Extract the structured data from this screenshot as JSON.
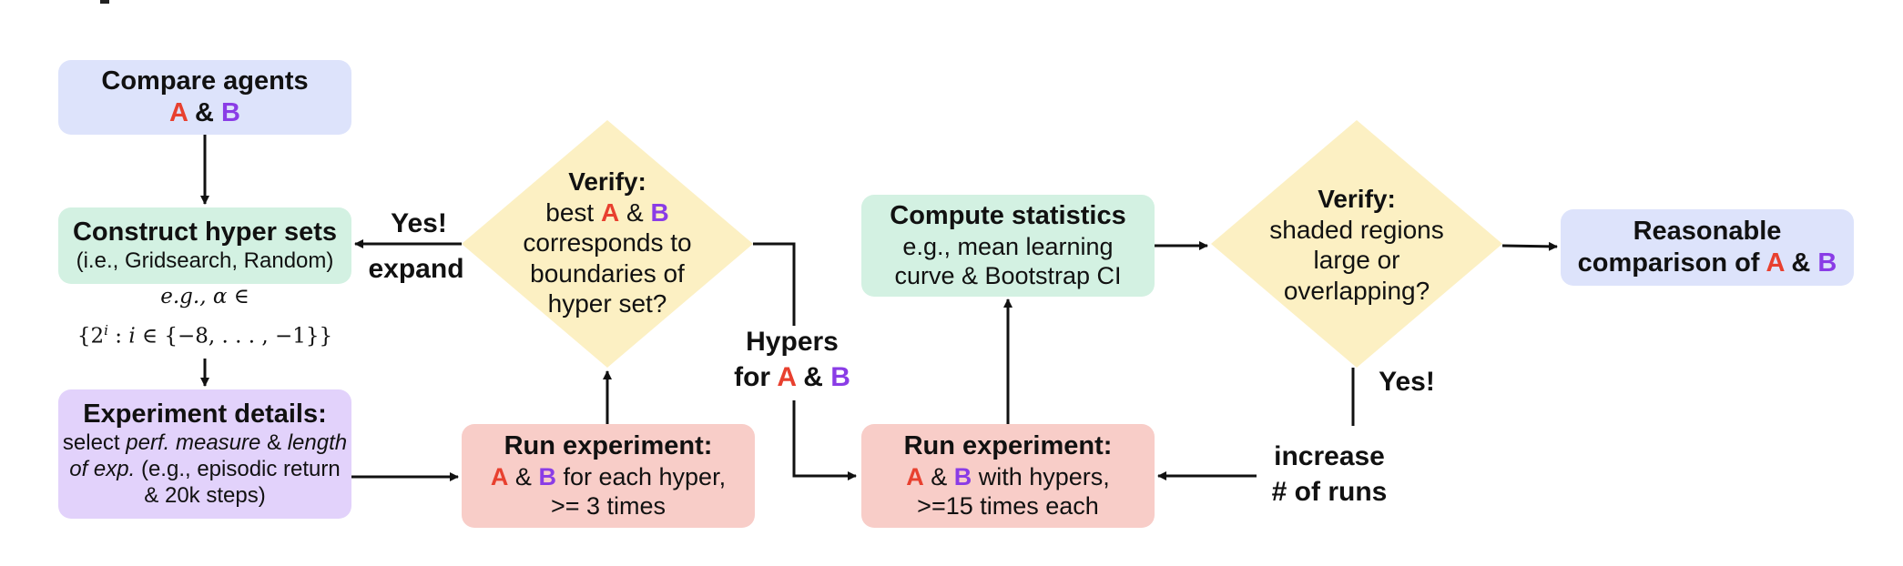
{
  "agents": {
    "a": "A",
    "b": "B",
    "amp": "&"
  },
  "compare": {
    "title": "Compare agents"
  },
  "construct": {
    "title": "Construct hyper sets",
    "subtitle": "(i.e., Gridsearch, Random)"
  },
  "math": {
    "line1_prefix": "e.g., ",
    "alpha": "α",
    "elem": "∈",
    "line2_open": "{2",
    "line2_sup": "i",
    "line2_rest": " : ",
    "line2_i": "i",
    "line2_set": " ∈ {−8, . . . , −1}}"
  },
  "experiment_details": {
    "title": "Experiment details:",
    "l1_a": "select ",
    "l1_em1": "perf. measure",
    "l1_b": " & ",
    "l1_em2": "length",
    "l2_em": "of exp.",
    "l2_b": " (e.g., episodic return",
    "l3": "& 20k steps)"
  },
  "run1": {
    "title": "Run experiment:",
    "l1_rest": " for each hyper,",
    "l2": ">= 3 times"
  },
  "verify1": {
    "title": "Verify:",
    "l1_pre": "best ",
    "l2": "corresponds to",
    "l3": "boundaries of",
    "l4": "hyper set?"
  },
  "labels": {
    "yes1": "Yes!",
    "expand": "expand",
    "hypers": "Hypers",
    "for": "for ",
    "yes2": "Yes!",
    "increase": "increase",
    "runs": "# of runs"
  },
  "stats": {
    "title": "Compute statistics",
    "l1": "e.g., mean learning",
    "l2": "curve & Bootstrap CI"
  },
  "run2": {
    "title": "Run experiment:",
    "l1_rest": " with hypers,",
    "l2": ">=15 times each"
  },
  "verify2": {
    "title": "Verify:",
    "l1": "shaded regions",
    "l2": "large or",
    "l3": "overlapping?"
  },
  "result": {
    "l1": "Reasonable",
    "l2_pre": "comparison of "
  },
  "colors": {
    "agent_a": "#e8402f",
    "agent_b": "#8a3ce6",
    "blue_box": "#dde3fb",
    "green_box": "#d3f1e2",
    "purple_box": "#e2d2fb",
    "red_box": "#f8cdc8",
    "diamond": "#fcf0c3"
  }
}
